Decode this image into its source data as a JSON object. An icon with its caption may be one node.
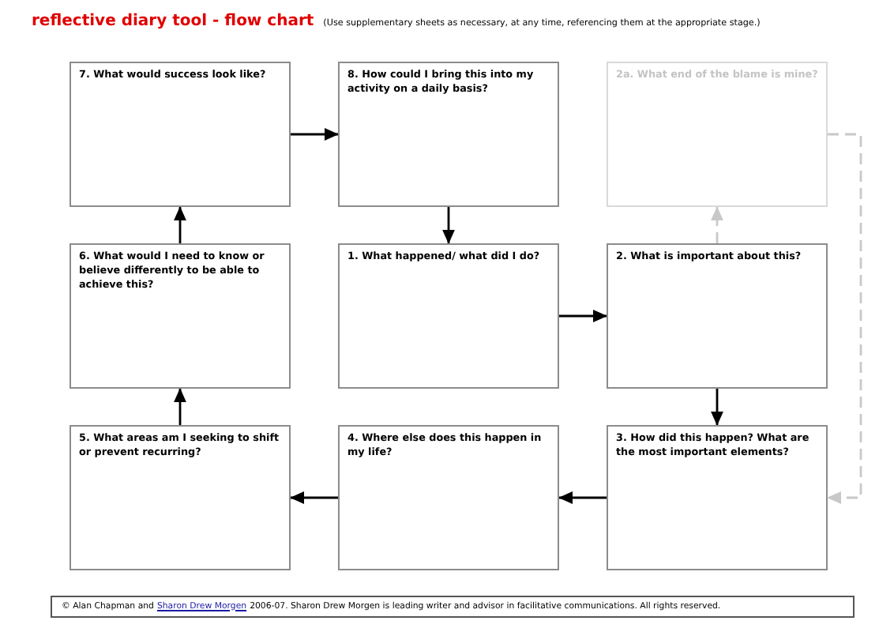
{
  "diagram": {
    "title": "reflective diary tool - flow chart",
    "nodes": [
      {
        "text": [
          "7. What would success look like?"
        ]
      },
      {
        "text": [
          "8. How could I bring this into my activity on a daily basis?"
        ]
      },
      {
        "text": [
          "2a. What end of the blame is mine?"
        ]
      },
      {
        "text": [
          "6. What would I need to know or believe differently to be able to achieve this?"
        ]
      },
      {
        "text": [
          "1. What happened/ what did I do?"
        ]
      },
      {
        "text": [
          "2. What is important about this?"
        ]
      },
      {
        "text": [
          "5. What areas am I seeking to shift or prevent recurring?"
        ]
      },
      {
        "text": [
          "4. Where else does this happen in my life?"
        ]
      },
      {
        "text": [
          "3. How did this happen? What are the most important elements?"
        ]
      },
      {
        "text": [
          "© Alan Chapman and",
          "Sharon Drew Morgen",
          "2006-07. Sharon Drew Morgen is leading writer and advisor in facilitative communications. All rights reserved."
        ]
      }
    ],
    "edges": [
      {
        "from": 0,
        "to": 1,
        "arrow": "to"
      },
      {
        "from": 1,
        "to": 4,
        "arrow": "to"
      },
      {
        "from": 4,
        "to": 5,
        "arrow": "to"
      },
      {
        "from": 5,
        "to": 8,
        "arrow": "to"
      },
      {
        "from": 8,
        "to": 7,
        "arrow": "to"
      },
      {
        "from": 7,
        "to": 6,
        "arrow": "to"
      },
      {
        "from": 6,
        "to": 3,
        "arrow": "to"
      },
      {
        "from": 3,
        "to": 0,
        "arrow": "to"
      },
      {
        "from": 5,
        "to": 2,
        "arrow": "to",
        "style": "dashed",
        "color": "#c8c8c8"
      },
      {
        "from": 2,
        "to": 8,
        "arrow": "to",
        "style": "dashed",
        "color": "#c8c8c8"
      }
    ],
    "labels": [
      "(Use supplementary sheets as necessary, at any time, referencing them at the appropriate stage.)"
    ]
  }
}
